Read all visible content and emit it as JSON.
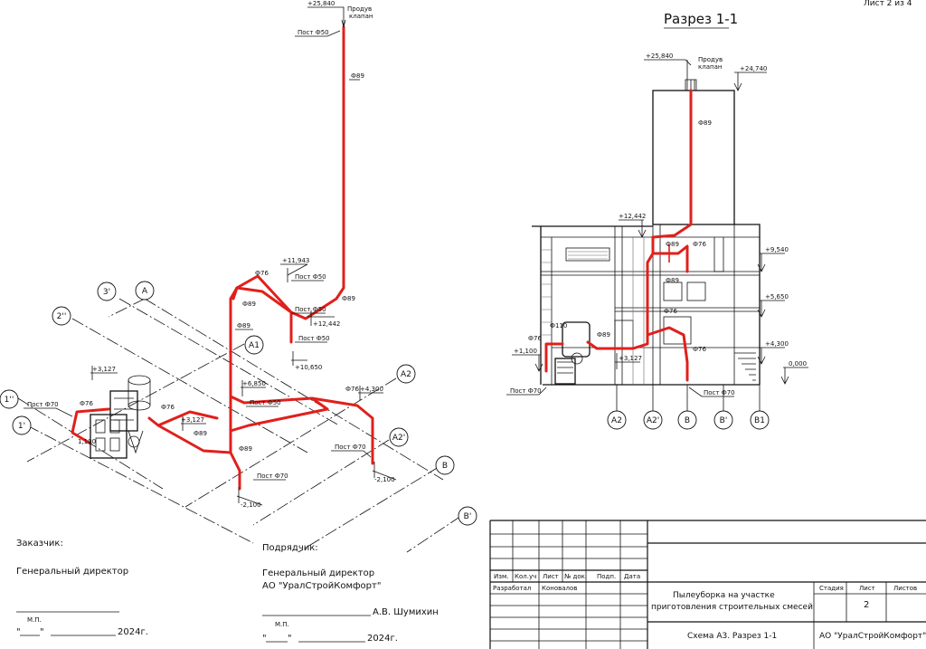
{
  "sheet_number_text": "Лист 2 из 4",
  "section_title": "Разрез 1-1",
  "iso": {
    "elevations": {
      "top": "+25,840",
      "e11943": "+11,943",
      "e12442": "+12,442",
      "e10650": "+10,650",
      "e3127a": "+3,127",
      "e3127b": "+3,127",
      "e6850": "+6,850",
      "e4300": "+4,300",
      "e1100": "1,100",
      "e2100a": "-2,100",
      "e2100b": "-2,100"
    },
    "valve_label_line1": "Продув",
    "valve_label_line2": "клапан",
    "labels": {
      "post50_top": "Пост Ф50",
      "d89_top": "Ф89",
      "post50_a": "Пост Ф50",
      "d76_a": "Ф76",
      "d89_a": "Ф89",
      "d89_b": "Ф89",
      "d89_c": "Ф89",
      "post50_b": "Пост Ф50",
      "post50_c": "Пост Ф50",
      "d76_b": "Ф76",
      "post70_a": "Пост Ф70",
      "d76_c": "Ф76",
      "d76_d": "Ф76",
      "d89_d": "Ф89",
      "post70_b": "Пост Ф70",
      "d89_e": "Ф89",
      "post70_c": "Пост Ф70",
      "post50_d": "Пост Ф50"
    },
    "axes": {
      "a3p": "3'",
      "a": "А",
      "a2pp": "2''",
      "a1": "А1",
      "a1pp": "1''",
      "a1p": "1'",
      "a2": "А2",
      "a2p": "А2'",
      "b": "В",
      "bp": "В'"
    }
  },
  "section": {
    "elevations": {
      "top": "+25,840",
      "e24740": "+24,740",
      "e12442": "+12,442",
      "e9540": "+9,540",
      "e5650": "+5,650",
      "e4300": "+4,300",
      "e1100": "+1,100",
      "e3127": "+3,127",
      "e0": "0,000"
    },
    "valve_label_line1": "Продув",
    "valve_label_line2": "клапан",
    "labels": {
      "d89_top": "Ф89",
      "d89_a": "Ф89",
      "d76_a": "Ф76",
      "d89_b": "Ф89",
      "d76_b": "Ф76",
      "d110": "Ф110",
      "d76_c": "Ф76",
      "d89_c": "Ф89",
      "d76_d": "Ф76",
      "post70_a": "Пост Ф70",
      "post70_b": "Пост Ф70"
    },
    "axes": [
      "А2",
      "А2'",
      "В",
      "В'",
      "В1"
    ]
  },
  "customer": {
    "title": "Заказчик:",
    "position": "Генеральный директор",
    "stamp": "М.П.",
    "date_prefix": "\"",
    "date_mid": "\"",
    "year": "2024г."
  },
  "contractor": {
    "title": "Подрядчик:",
    "position": "Генеральный директор",
    "company": "АО \"УралСтройКомфорт\"",
    "signer": "А.В. Шумихин",
    "stamp": "М.П.",
    "date_prefix": "\"",
    "date_mid": "\"",
    "year": "2024г."
  },
  "title_block": {
    "headers": [
      "Изм.",
      "Кол.уч",
      "Лист",
      "№ док.",
      "Подп.",
      "Дата"
    ],
    "developed_label": "Разработал",
    "developer": "Коновалов",
    "description_line1": "Пылеуборка на участке",
    "description_line2": "приготовления строительных смесей",
    "stage_label": "Стадия",
    "sheet_label": "Лист",
    "sheets_label": "Листов",
    "sheet_value": "2",
    "drawing_name": "Схема А3. Разрез 1-1",
    "company": "АО \"УралСтройКомфорт\""
  }
}
